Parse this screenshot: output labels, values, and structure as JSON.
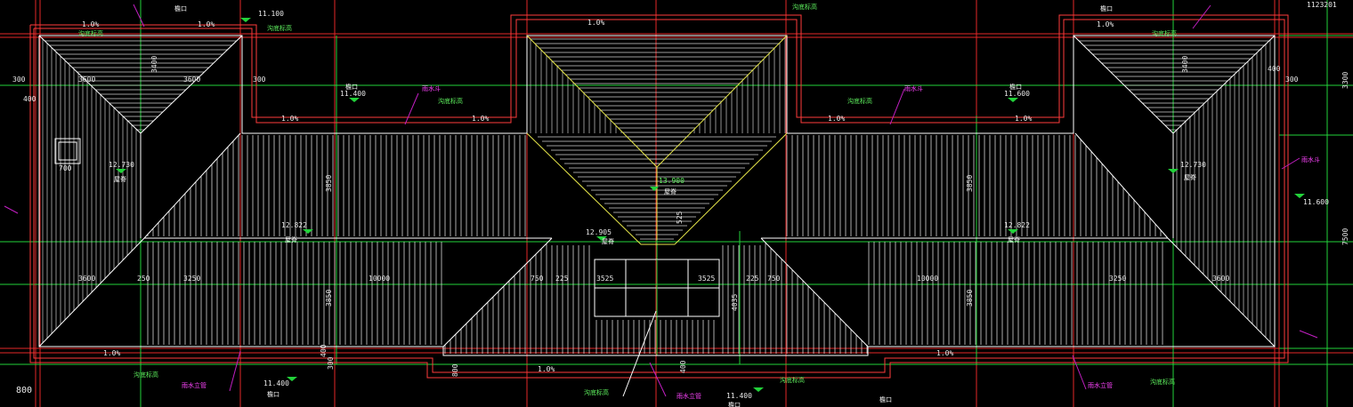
{
  "drawing": {
    "corner_label": "1123201",
    "scale_label": "800",
    "dims_outer": {
      "top_right": "3300",
      "mid_right": "7500"
    },
    "dims_horizontal": [
      "3600",
      "3600",
      "3600",
      "250",
      "3250",
      "10000",
      "750",
      "225",
      "3525",
      "3525",
      "225",
      "750",
      "10000",
      "3250",
      "3600"
    ],
    "dims_vertical": [
      "3400",
      "3850",
      "3850",
      "4035",
      "525",
      "3850",
      "3850",
      "3400"
    ],
    "small_dims": [
      "400",
      "300",
      "400",
      "300",
      "800",
      "700",
      "300",
      "400",
      "400",
      "300"
    ],
    "elevations": [
      {
        "value": "12.730",
        "label": "屋脊"
      },
      {
        "value": "12.822",
        "label": "屋脊"
      },
      {
        "value": "12.905",
        "label": "屋脊"
      },
      {
        "value": "13.900",
        "label": "屋脊"
      },
      {
        "value": "12.822",
        "label": "屋脊"
      },
      {
        "value": "12.730",
        "label": "屋脊"
      },
      {
        "value": "11.400",
        "label": "檐口"
      },
      {
        "value": "11.600",
        "label": "檐口"
      },
      {
        "value": "11.100",
        "label": "檐口"
      },
      {
        "value": "11.400",
        "label": "檐口"
      },
      {
        "value": "11.600",
        "label": "檐口"
      },
      {
        "value": "11.400",
        "label": "檐口"
      }
    ],
    "slope_labels": [
      "1.0%",
      "1.0%",
      "1.0%",
      "1.0%",
      "1.0%",
      "1.0%",
      "1.0%",
      "1.0%",
      "1.0%",
      "1.0%",
      "1.0%"
    ],
    "text_labels": {
      "gutter": "沟底标高",
      "drain": "雨水斗",
      "outlet": "檐口",
      "ridge": "屋脊",
      "drain_pipe": "雨水立管"
    },
    "colors": {
      "grid_red": "#e32727",
      "grid_green": "#22d23a",
      "ridge": "#e6e64a",
      "leader": "#c21fc2",
      "background": "#000000"
    }
  }
}
